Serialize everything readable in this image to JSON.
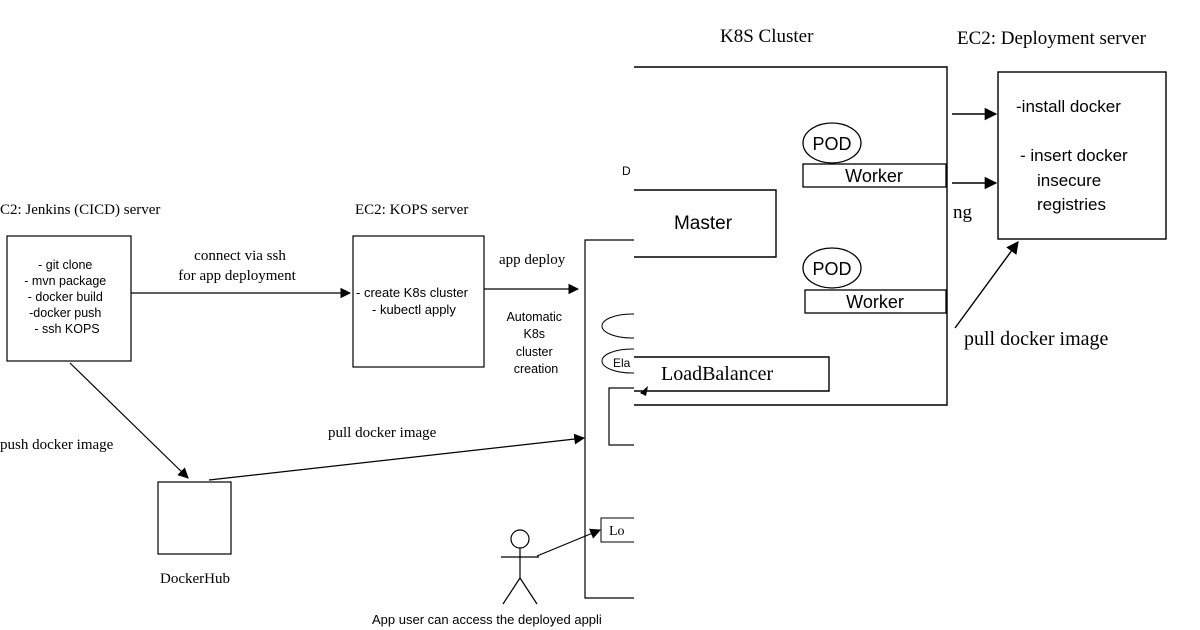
{
  "left": {
    "jenkins_title": "C2: Jenkins (CICD) server",
    "jenkins_lines": [
      "- git clone",
      "- mvn package",
      "- docker build",
      "-docker push",
      "- ssh KOPS"
    ],
    "ssh_label_1": "connect via ssh",
    "ssh_label_2": "for app deployment",
    "kops_title": "EC2: KOPS server",
    "kops_lines": [
      "-  create K8s cluster",
      "- kubectl apply"
    ],
    "app_deploy_label": "app deploy",
    "automatic_lines": [
      "Automatic",
      "K8s",
      "cluster",
      "creation"
    ],
    "push_label": "push docker image",
    "pull_label": "pull docker image",
    "dockerhub_label": "DockerHub",
    "user_caption": "App user can access the deployed appli",
    "ela_fragment": "Ela",
    "lo_fragment": "Lo",
    "d_fragment": "D"
  },
  "right": {
    "k8s_title": "K8S Cluster",
    "deploy_title": "EC2: Deployment server",
    "pod_label": "POD",
    "worker_label": "Worker",
    "master_label": "Master",
    "loadbalancer_label": "LoadBalancer",
    "deploy_lines": [
      "-install docker",
      "- insert docker",
      "insecure",
      "registries"
    ],
    "pull_label": "pull docker image",
    "ng_fragment": "ng"
  }
}
